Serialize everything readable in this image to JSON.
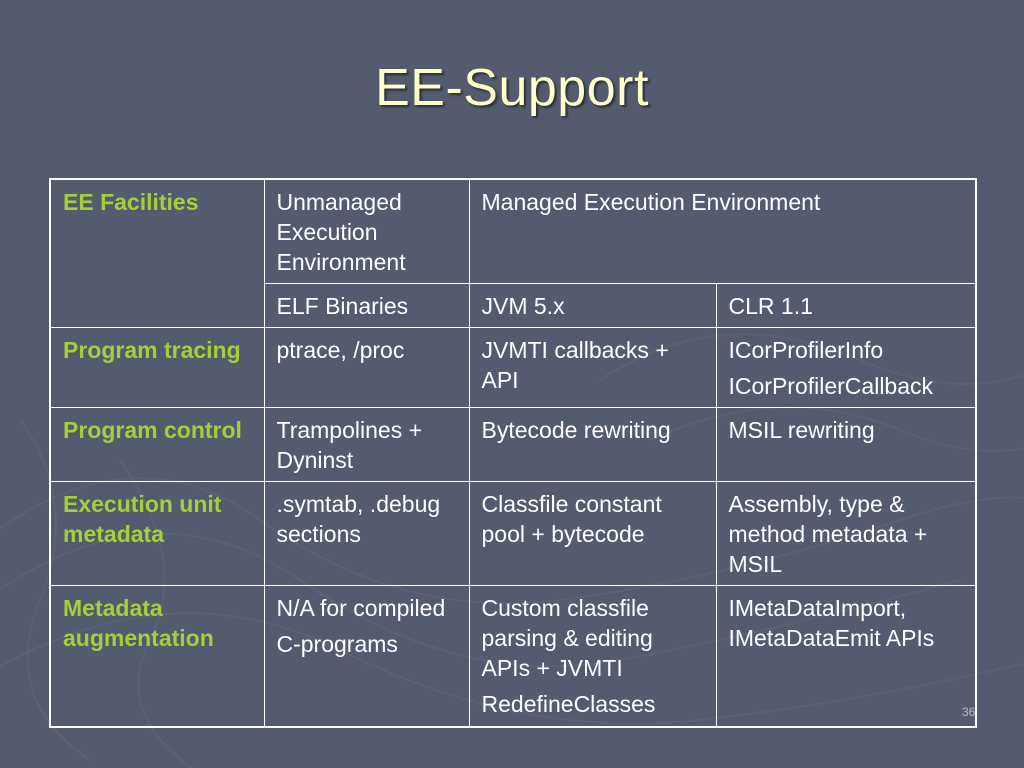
{
  "slide": {
    "title": "EE-Support",
    "number": "36"
  },
  "table": {
    "corner": "EE Facilities",
    "unmanaged_header": "Unmanaged Execution Environment",
    "managed_header": "Managed Execution Environment",
    "sub_headers": [
      "ELF Binaries",
      "JVM 5.x",
      "CLR 1.1"
    ],
    "rows": [
      {
        "label": "Program tracing",
        "unmanaged": [
          "ptrace, /proc"
        ],
        "jvm": [
          "JVMTI callbacks + API"
        ],
        "clr": [
          "ICorProfilerInfo",
          "ICorProfilerCallback"
        ]
      },
      {
        "label": "Program control",
        "unmanaged": [
          "Trampolines + Dyninst"
        ],
        "jvm": [
          "Bytecode rewriting"
        ],
        "clr": [
          "MSIL rewriting"
        ]
      },
      {
        "label": "Execution unit metadata",
        "unmanaged": [
          ".symtab, .debug sections"
        ],
        "jvm": [
          "Classfile constant pool + bytecode"
        ],
        "clr": [
          "Assembly, type & method metadata + MSIL"
        ]
      },
      {
        "label": "Metadata augmentation",
        "unmanaged": [
          "N/A for compiled",
          "C-programs"
        ],
        "jvm": [
          "Custom classfile parsing & editing APIs + JVMTI",
          "RedefineClasses"
        ],
        "clr": [
          "IMetaDataImport, IMetaDataEmit APIs"
        ]
      }
    ]
  }
}
